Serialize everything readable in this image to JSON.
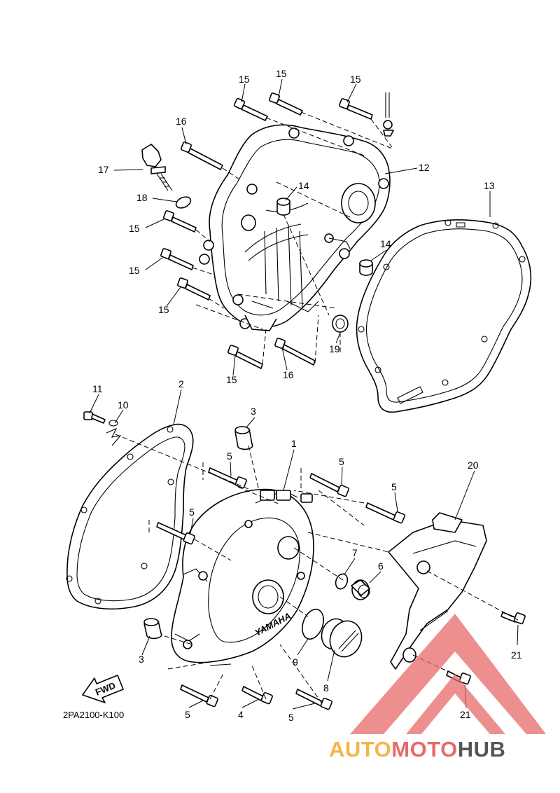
{
  "diagram": {
    "callouts": [
      {
        "id": "c15a",
        "label": "15"
      },
      {
        "id": "c15b",
        "label": "15"
      },
      {
        "id": "c15c",
        "label": "15"
      },
      {
        "id": "c16a",
        "label": "16"
      },
      {
        "id": "c12",
        "label": "12"
      },
      {
        "id": "c17",
        "label": "17"
      },
      {
        "id": "c14a",
        "label": "14"
      },
      {
        "id": "c18",
        "label": "18"
      },
      {
        "id": "c13",
        "label": "13"
      },
      {
        "id": "c15d",
        "label": "15"
      },
      {
        "id": "c14b",
        "label": "14"
      },
      {
        "id": "c15e",
        "label": "15"
      },
      {
        "id": "c15f",
        "label": "15"
      },
      {
        "id": "c19",
        "label": "19"
      },
      {
        "id": "c15g",
        "label": "15"
      },
      {
        "id": "c16b",
        "label": "16"
      },
      {
        "id": "c11",
        "label": "11"
      },
      {
        "id": "c2",
        "label": "2"
      },
      {
        "id": "c10",
        "label": "10"
      },
      {
        "id": "c3a",
        "label": "3"
      },
      {
        "id": "c1",
        "label": "1"
      },
      {
        "id": "c5a",
        "label": "5"
      },
      {
        "id": "c5b",
        "label": "5"
      },
      {
        "id": "c20",
        "label": "20"
      },
      {
        "id": "c5c",
        "label": "5"
      },
      {
        "id": "c5d",
        "label": "5"
      },
      {
        "id": "c7",
        "label": "7"
      },
      {
        "id": "c6",
        "label": "6"
      },
      {
        "id": "c21a",
        "label": "21"
      },
      {
        "id": "c9",
        "label": "9"
      },
      {
        "id": "c3b",
        "label": "3"
      },
      {
        "id": "c8",
        "label": "8"
      },
      {
        "id": "c21b",
        "label": "21"
      },
      {
        "id": "c5e",
        "label": "5"
      },
      {
        "id": "c4",
        "label": "4"
      },
      {
        "id": "c5f",
        "label": "5"
      }
    ],
    "fwd_label": "FWD",
    "cover_logo": "YAMAHA",
    "figure_code": "2PA2100-K100"
  },
  "watermark": {
    "part1": "AUTO",
    "part2": "MOTO",
    "part3": "HUB",
    "colors": {
      "part1": "#f3b64a",
      "part2": "#e86a6a",
      "part3": "#555555"
    }
  }
}
